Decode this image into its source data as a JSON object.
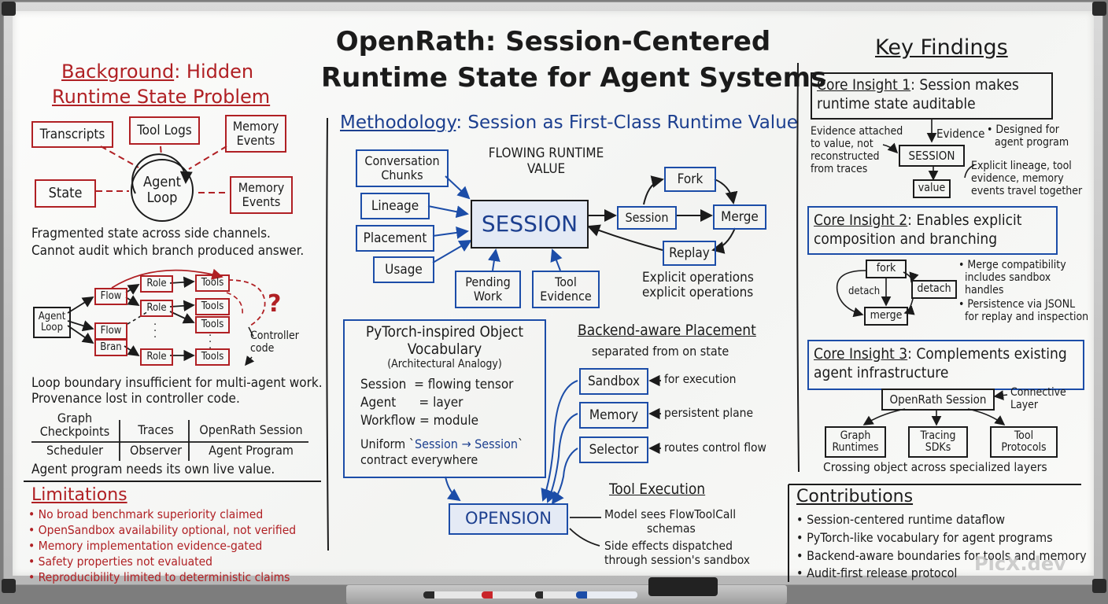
{
  "title": {
    "line1": "OpenRath: Session-Centered",
    "line2": "Runtime State for Agent Systems"
  },
  "background": {
    "heading_1": "Background",
    "heading_2": ": Hidden",
    "heading_3": "Runtime State Problem",
    "nodes": {
      "transcripts": "Transcripts",
      "tool_logs": "Tool Logs",
      "memory_events_1": "Memory Events",
      "state": "State",
      "agent_loop": "Agent Loop",
      "memory_events_2": "Memory Events"
    },
    "note_1": "Fragmented state across side channels.",
    "note_2": "Cannot audit which branch produced answer.",
    "flow": {
      "agent_loop": "Agent Loop",
      "flow_1": "Flow",
      "flow_2": "Flow",
      "bran": "Bran",
      "role_1": "Role",
      "role_2": "Role",
      "role_3": "Role",
      "tools_1": "Tools",
      "tools_2": "Tools",
      "tools_3": "Tools",
      "tools_4": "Tools",
      "question": "?",
      "controller_1": "Controller",
      "controller_2": "code"
    },
    "note_3": "Loop boundary insufficient for multi-agent work.",
    "note_4": "Provenance lost in controller code.",
    "table": {
      "row1": [
        "Graph Checkpoints",
        "Traces",
        "OpenRath Session"
      ],
      "row2": [
        "Scheduler",
        "Observer",
        "Agent Program"
      ]
    },
    "note_5": "Agent program needs its own live value."
  },
  "limitations": {
    "heading": "Limitations",
    "items": [
      "No broad benchmark superiority claimed",
      "OpenSandbox availability optional, not verified",
      "Memory implementation evidence-gated",
      "Safety properties not evaluated",
      "Reproducibility limited to deterministic claims"
    ]
  },
  "methodology": {
    "heading_1": "Methodology",
    "heading_2": ": Session as First-Class Runtime Value",
    "flowing_1": "FLOWING RUNTIME",
    "flowing_2": "VALUE",
    "inputs": {
      "conversation": "Conversation Chunks",
      "lineage": "Lineage",
      "placement": "Placement",
      "usage": "Usage",
      "pending": "Pending Work",
      "tool_evidence": "Tool Evidence"
    },
    "session": "SESSION",
    "ops": {
      "session": "Session",
      "fork": "Fork",
      "merge": "Merge",
      "replay": "Replay"
    },
    "explicit_1": "Explicit operations",
    "explicit_2": "explicit operations"
  },
  "pytorch": {
    "heading_1": "PyTorch-inspired Object",
    "heading_2": "Vocabulary",
    "subheading": "(Architectural Analogy)",
    "rows": [
      "Session  = flowing tensor",
      "Agent      = layer",
      "Workflow = module"
    ],
    "uniform_1a": "Uniform `",
    "uniform_1b": "Session → Session",
    "uniform_1c": "`",
    "uniform_2": "contract everywhere"
  },
  "backend": {
    "heading": "Backend-aware Placement",
    "subheading": "separated from on state",
    "items": [
      {
        "box": "Sandbox",
        "note": "for execution"
      },
      {
        "box": "Memory",
        "note": "persistent plane"
      },
      {
        "box": "Selector",
        "note": "routes control flow"
      }
    ]
  },
  "opension": "OPENSION",
  "tool_execution": {
    "heading": "Tool Execution",
    "note_1a": "Model sees FlowToolCall",
    "note_1b": "schemas",
    "note_2a": "Side effects dispatched",
    "note_2b": "through session's sandbox"
  },
  "findings": {
    "heading": "Key Findings",
    "insight1": {
      "title_1": "Core Insight 1",
      "title_2": ": Session makes",
      "title_3": "runtime state auditable",
      "left_note": [
        "Evidence attached",
        "to value, not",
        "reconstructed",
        "from traces"
      ],
      "evidence": "Evidence",
      "designed": [
        "• Designed for",
        "agent program"
      ],
      "session": "SESSION",
      "value": "value",
      "lineage": [
        "Explicit lineage, tool",
        "evidence, memory",
        "events travel together"
      ]
    },
    "insight2": {
      "title_1": "Core Insight 2",
      "title_2": ": Enables explicit",
      "title_3": "composition and branching",
      "fork": "fork",
      "detach_label": "detach",
      "detach_box": "detach",
      "merge": "merge",
      "bullet1": [
        "• Merge compatibility",
        "includes sandbox",
        "handles"
      ],
      "bullet2": [
        "• Persistence via JSONL",
        "for replay and inspection"
      ]
    },
    "insight3": {
      "title_1": "Core Insight 3",
      "title_2": ": Complements existing",
      "title_3": "agent infrastructure",
      "session_box": "OpenRath Session",
      "connective": [
        "Connective",
        "Layer"
      ],
      "children": [
        "Graph Runtimes",
        "Tracing SDKs",
        "Tool Protocols"
      ],
      "crossing": "Crossing object across specialized layers"
    }
  },
  "contributions": {
    "heading": "Contributions",
    "items": [
      "• Session-centered runtime dataflow",
      "• PyTorch-like vocabulary for agent programs",
      "• Backend-aware boundaries for tools and memory",
      "• Audit-first release protocol"
    ]
  },
  "watermark": "PicX.dev",
  "colors": {
    "red": "#b02024",
    "blue": "#1c3f8f",
    "ink": "#1b1b1b"
  }
}
